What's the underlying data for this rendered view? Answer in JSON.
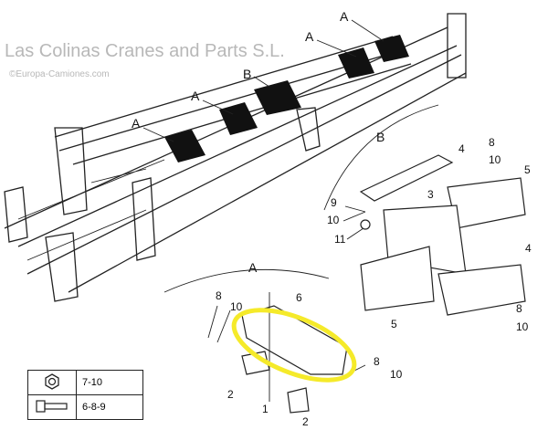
{
  "frame_labels": [
    "A",
    "A",
    "B",
    "A",
    "A"
  ],
  "detail_b": {
    "title": "B",
    "labels": [
      "4",
      "8",
      "10",
      "5",
      "3",
      "9",
      "10",
      "11",
      "5",
      "4",
      "8",
      "10"
    ]
  },
  "detail_a": {
    "title": "A",
    "labels": [
      "8",
      "10",
      "6",
      "2",
      "1",
      "2",
      "8",
      "10"
    ]
  },
  "highlight_color": "#f5ea2a",
  "legend": {
    "rows": [
      {
        "icon": "nut-icon",
        "value": "7-10"
      },
      {
        "icon": "bolt-icon",
        "value": "6-8-9"
      }
    ]
  },
  "watermark": {
    "main": "Las Colinas Cranes and Parts S.L.",
    "sub": "©Europa-Camiones.com"
  }
}
